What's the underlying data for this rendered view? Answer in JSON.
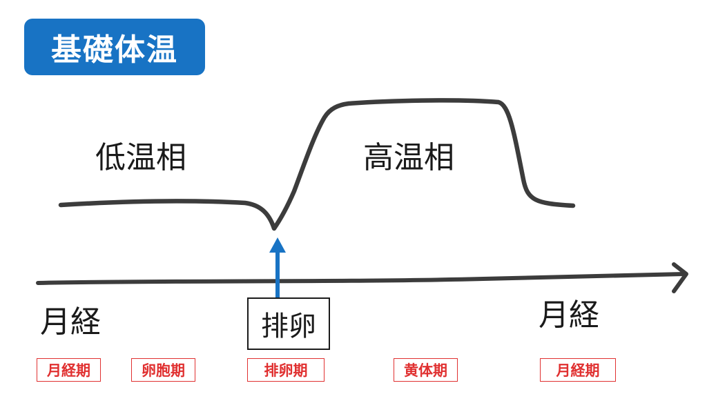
{
  "colors": {
    "accent": "#1873c4",
    "phase_label": "#e03030",
    "line": "#3c3c3c",
    "arrow": "#1873c4"
  },
  "title": "基礎体温",
  "curve_labels": {
    "low": "低温相",
    "high": "高温相"
  },
  "axis_labels": {
    "left": "月経",
    "right": "月経"
  },
  "ovulation_label": "排卵",
  "phases": [
    "月経期",
    "卵胞期",
    "排卵期",
    "黄体期",
    "月経期"
  ]
}
